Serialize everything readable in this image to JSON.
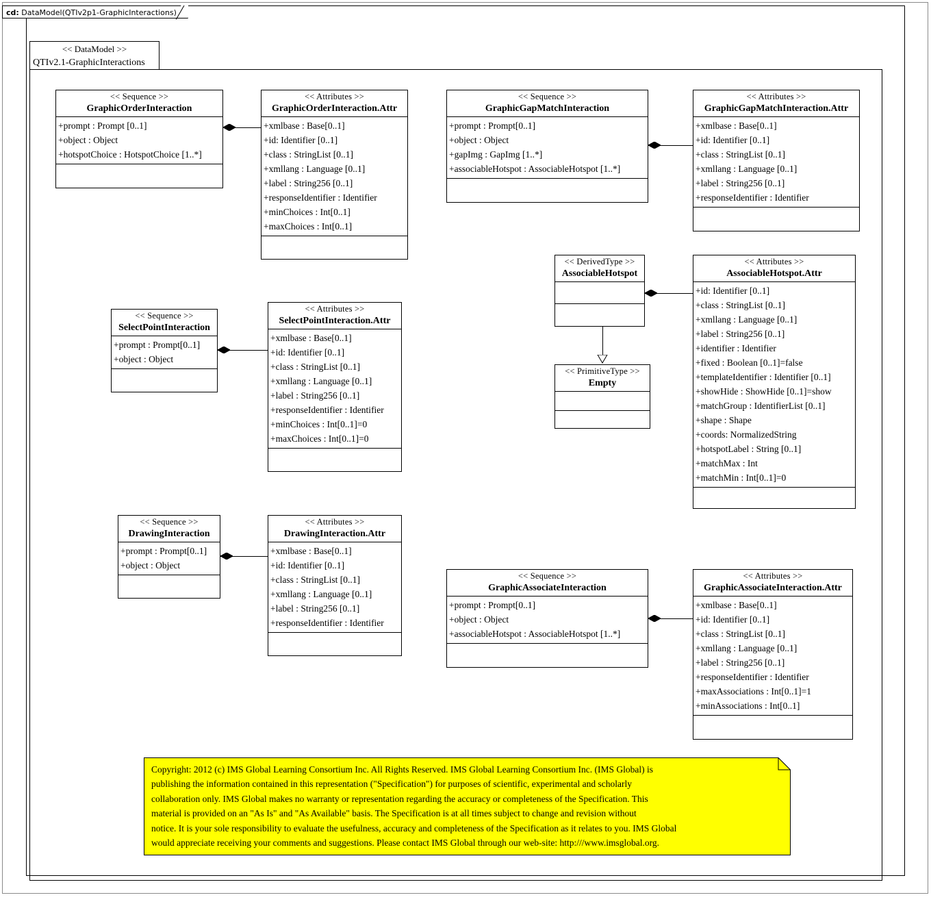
{
  "frame": {
    "kind": "cd:",
    "title": "DataModel(QTIv2p1-GraphicInteractions)"
  },
  "package": {
    "stereotype": "<< DataModel >>",
    "name": "QTIv2.1-GraphicInteractions"
  },
  "classes": {
    "graphicOrderInteraction": {
      "stereotype": "<< Sequence >>",
      "name": "GraphicOrderInteraction",
      "features": [
        "+prompt : Prompt [0..1]",
        "+object : Object",
        "+hotspotChoice : HotspotChoice [1..*]"
      ]
    },
    "graphicOrderInteractionAttr": {
      "stereotype": "<< Attributes >>",
      "name": "GraphicOrderInteraction.Attr",
      "features": [
        "+xmlbase : Base[0..1]",
        "+id: Identifier [0..1]",
        "+class : StringList [0..1]",
        "+xmllang : Language [0..1]",
        "+label : String256 [0..1]",
        "+responseIdentifier  : Identifier",
        "+minChoices : Int[0..1]",
        "+maxChoices : Int[0..1]"
      ]
    },
    "graphicGapMatchInteraction": {
      "stereotype": "<< Sequence >>",
      "name": "GraphicGapMatchInteraction",
      "features": [
        "+prompt : Prompt[0..1]",
        "+object : Object",
        "+gapImg : GapImg [1..*]",
        "+associableHotspot : AssociableHotspot [1..*]"
      ]
    },
    "graphicGapMatchInteractionAttr": {
      "stereotype": "<< Attributes >>",
      "name": "GraphicGapMatchInteraction.Attr",
      "features": [
        "+xmlbase : Base[0..1]",
        "+id: Identifier [0..1]",
        "+class : StringList [0..1]",
        "+xmllang : Language [0..1]",
        "+label : String256 [0..1]",
        "+responseIdentifier  : Identifier"
      ]
    },
    "associableHotspot": {
      "stereotype": "<< DerivedType >>",
      "name": "AssociableHotspot",
      "features": []
    },
    "associableHotspotAttr": {
      "stereotype": "<< Attributes >>",
      "name": "AssociableHotspot.Attr",
      "features": [
        "+id: Identifier [0..1]",
        "+class : StringList [0..1]",
        "+xmllang : Language [0..1]",
        "+label : String256 [0..1]",
        "+identifier  : Identifier",
        "+fixed : Boolean [0..1]=false",
        "+templateIdentifier  : Identifier [0..1]",
        "+showHide : ShowHide [0..1]=show",
        "+matchGroup : IdentifierList  [0..1]",
        "+shape : Shape",
        "+coords: NormalizedString",
        "+hotspotLabel : String [0..1]",
        "+matchMax : Int",
        "+matchMin : Int[0..1]=0"
      ]
    },
    "empty": {
      "stereotype": "<< PrimitiveType >>",
      "name": "Empty",
      "features": []
    },
    "selectPointInteraction": {
      "stereotype": "<< Sequence >>",
      "name": "SelectPointInteraction",
      "features": [
        "+prompt : Prompt[0..1]",
        "+object : Object"
      ]
    },
    "selectPointInteractionAttr": {
      "stereotype": "<< Attributes >>",
      "name": "SelectPointInteraction.Attr",
      "features": [
        "+xmlbase : Base[0..1]",
        "+id: Identifier [0..1]",
        "+class : StringList [0..1]",
        "+xmllang : Language [0..1]",
        "+label : String256 [0..1]",
        "+responseIdentifier  : Identifier",
        "+minChoices : Int[0..1]=0",
        "+maxChoices : Int[0..1]=0"
      ]
    },
    "drawingInteraction": {
      "stereotype": "<< Sequence >>",
      "name": "DrawingInteraction",
      "features": [
        "+prompt : Prompt[0..1]",
        "+object : Object"
      ]
    },
    "drawingInteractionAttr": {
      "stereotype": "<< Attributes >>",
      "name": "DrawingInteraction.Attr",
      "features": [
        "+xmlbase : Base[0..1]",
        "+id: Identifier [0..1]",
        "+class : StringList [0..1]",
        "+xmllang : Language [0..1]",
        "+label : String256 [0..1]",
        "+responseIdentifier  : Identifier"
      ]
    },
    "graphicAssociateInteraction": {
      "stereotype": "<< Sequence >>",
      "name": "GraphicAssociateInteraction",
      "features": [
        "+prompt : Prompt[0..1]",
        "+object : Object",
        "+associableHotspot : AssociableHotspot [1..*]"
      ]
    },
    "graphicAssociateInteractionAttr": {
      "stereotype": "<< Attributes >>",
      "name": "GraphicAssociateInteraction.Attr",
      "features": [
        "+xmlbase : Base[0..1]",
        "+id: Identifier [0..1]",
        "+class : StringList [0..1]",
        "+xmllang : Language [0..1]",
        "+label : String256 [0..1]",
        "+responseIdentifier  : Identifier",
        "+maxAssociations  : Int[0..1]=1",
        "+minAssociations  : Int[0..1]"
      ]
    }
  },
  "note": {
    "background": "#ffff00",
    "lines": [
      "Copyright: 2012 (c) IMS Global Learning Consortium Inc.  All Rights Reserved.  IMS Global Learning Consortium Inc. (IMS Global) is",
      "publishing the information contained in this representation (\"Specification\") for purposes of scientific, experimental and scholarly",
      "collaboration only.  IMS Global makes no warranty or representation regarding the accuracy or completeness of the Specification.  This",
      "material is provided on an \"As Is\" and \"As Available\" basis.  The Specification is at all times subject to change and revision without",
      "notice.  It is your sole responsibility to evaluate the usefulness, accuracy and completeness of the Specification as it relates to you.  IMS Global",
      "would appreciate receiving your comments and suggestions.  Please contact IMS Global through our web-site: http:///www.imsglobal.org."
    ]
  }
}
